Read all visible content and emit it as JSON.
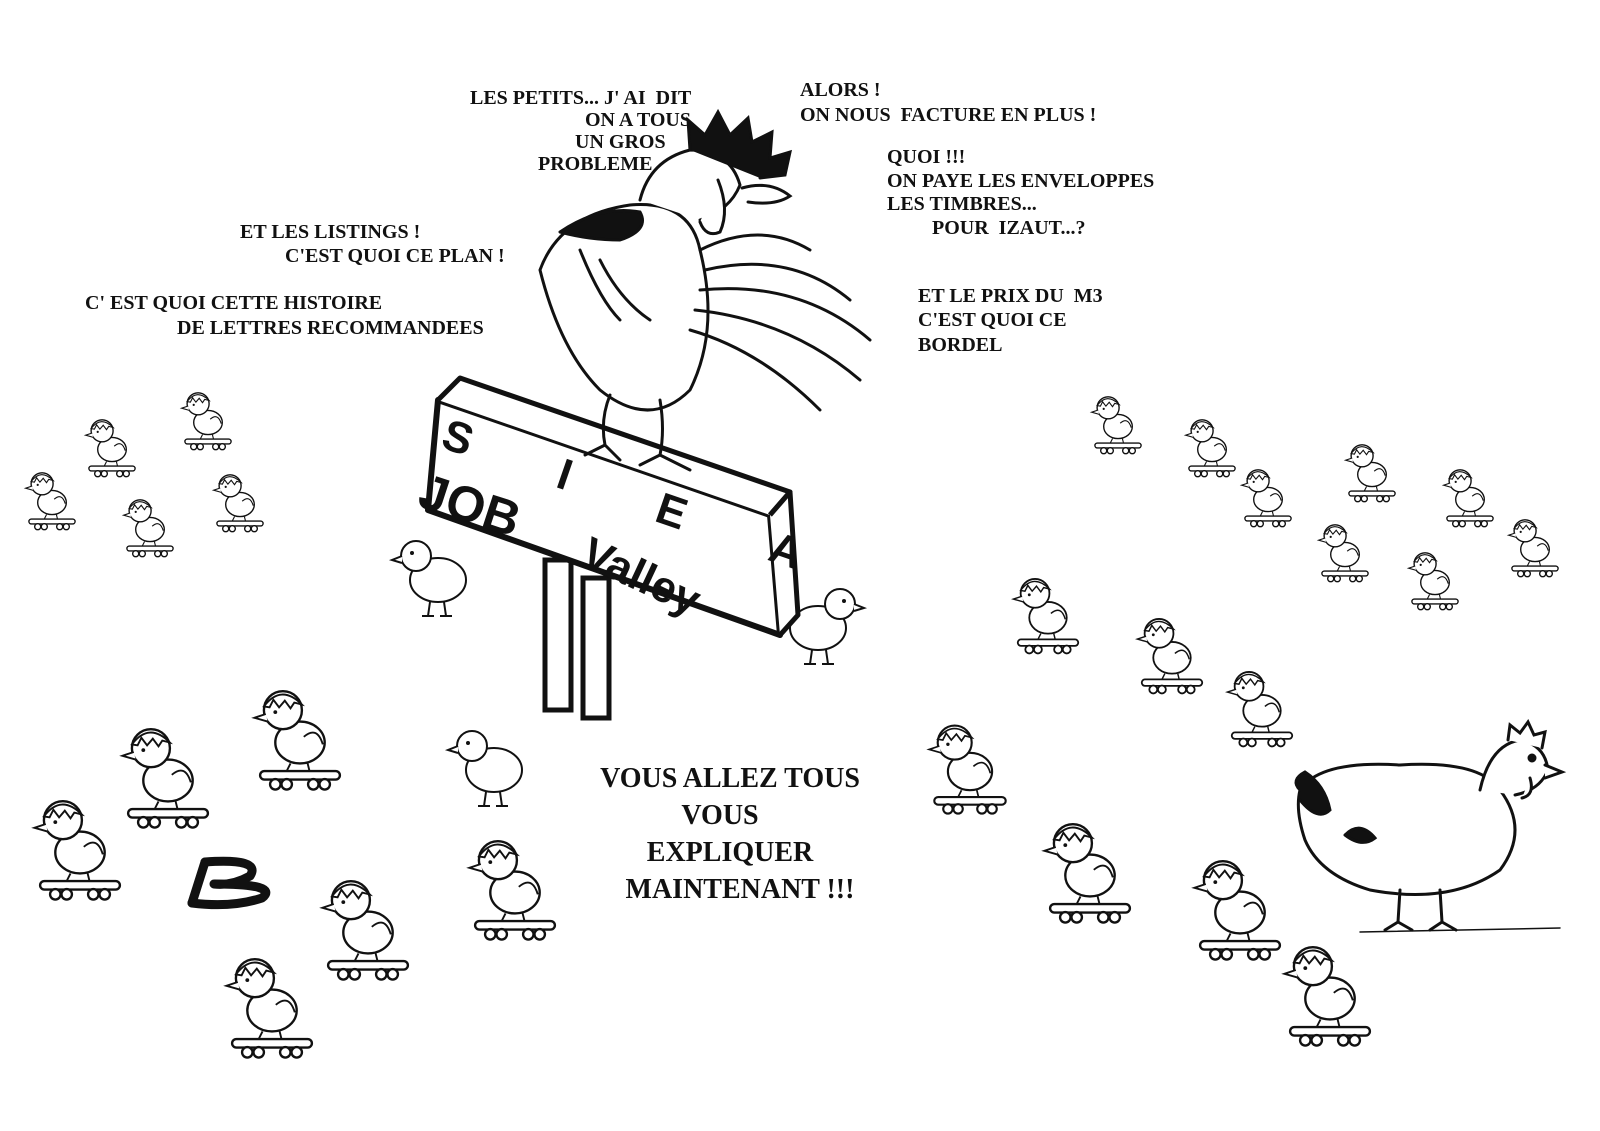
{
  "speech": {
    "les_petits": [
      "LES PETITS... J' AI  DIT",
      "ON A TOUS",
      "UN GROS",
      "PROBLEME"
    ],
    "alors": [
      "ALORS !",
      "ON NOUS  FACTURE EN PLUS !"
    ],
    "quoi": [
      "QUOI !!!",
      "ON PAYE LES ENVELOPPES",
      "LES TIMBRES...",
      "POUR  IZAUT...?"
    ],
    "listings": [
      "ET LES LISTINGS !",
      "C'EST QUOI CE PLAN !"
    ],
    "recommandees": [
      "C' EST QUOI CETTE HISTOIRE",
      "DE LETTRES RECOMMANDEES"
    ],
    "prix": [
      "ET LE PRIX DU  M3",
      "C'EST QUOI CE",
      "BORDEL"
    ],
    "explain": [
      "VOUS ALLEZ TOUS",
      "VOUS",
      "EXPLIQUER",
      "MAINTENANT !!!"
    ]
  },
  "sign": {
    "top": "S I E A",
    "line1": "JOB",
    "line2": "Valley"
  },
  "marker_letter": "B"
}
